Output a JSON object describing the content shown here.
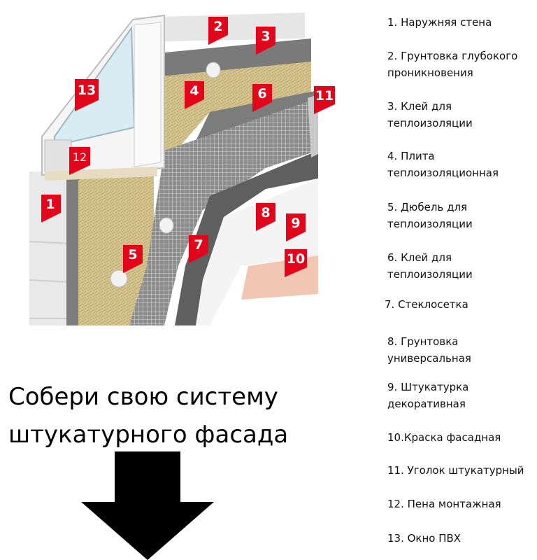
{
  "diagram": {
    "callouts": [
      "1",
      "2",
      "3",
      "4",
      "5",
      "6",
      "7",
      "8",
      "9",
      "10",
      "11",
      "12",
      "13"
    ]
  },
  "legend": [
    "1. Наружняя стена",
    "2. Грунтовка глубокого проникновения",
    "3. Клей для теплоизоляции",
    "4. Плита теплоизоляционная",
    "5. Дюбель для теплоизоляции",
    "6. Клей для теплоизоляции",
    "7. Стеклосетка",
    "8. Грунтовка универсальная",
    "9. Штукатурка декоративная",
    "10.Краска фасадная",
    "11. Уголок штукатурный",
    "12. Пена монтажная",
    "13. Окно ПВХ"
  ],
  "cta": {
    "title": "Собери свою систему штукатурного фасада"
  },
  "colors": {
    "marker": "#e3061b",
    "marker_dark": "#a8000f",
    "wall": "#e7e7e7",
    "wool": "#d8c896",
    "adhesive": "#6e6e6e",
    "plaster": "#f3f3f3",
    "paint": "#f1c8b6",
    "arrow": "#000000"
  }
}
